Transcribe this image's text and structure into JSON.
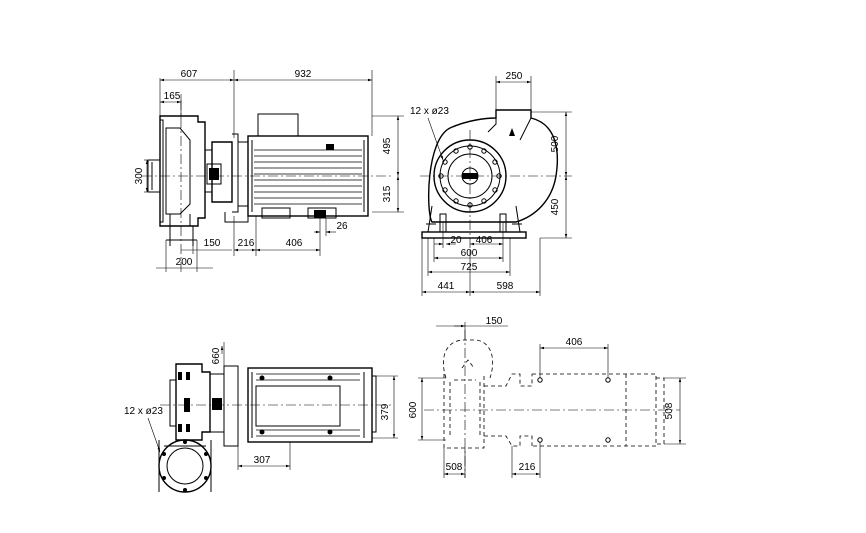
{
  "drawing": {
    "side_view": {
      "dims": {
        "d607": "607",
        "d932": "932",
        "d165": "165",
        "d300": "300",
        "d495": "495",
        "d315": "315",
        "d150": "150",
        "d216": "216",
        "d406": "406",
        "d26": "26",
        "d200": "200"
      }
    },
    "front_view": {
      "dims": {
        "d250": "250",
        "holes": "12 x ø23",
        "d500": "500",
        "d450": "450",
        "d20": "20",
        "d406": "406",
        "d600": "600",
        "d725": "725",
        "d441": "441",
        "d598": "598"
      }
    },
    "top_view": {
      "dims": {
        "d660": "660",
        "holes": "12 x ø23",
        "d379": "379",
        "d307": "307"
      }
    },
    "plan_view": {
      "dims": {
        "d150": "150",
        "d406": "406",
        "d600": "600",
        "d508_right": "508",
        "d508_bottom": "508",
        "d216": "216"
      }
    }
  }
}
